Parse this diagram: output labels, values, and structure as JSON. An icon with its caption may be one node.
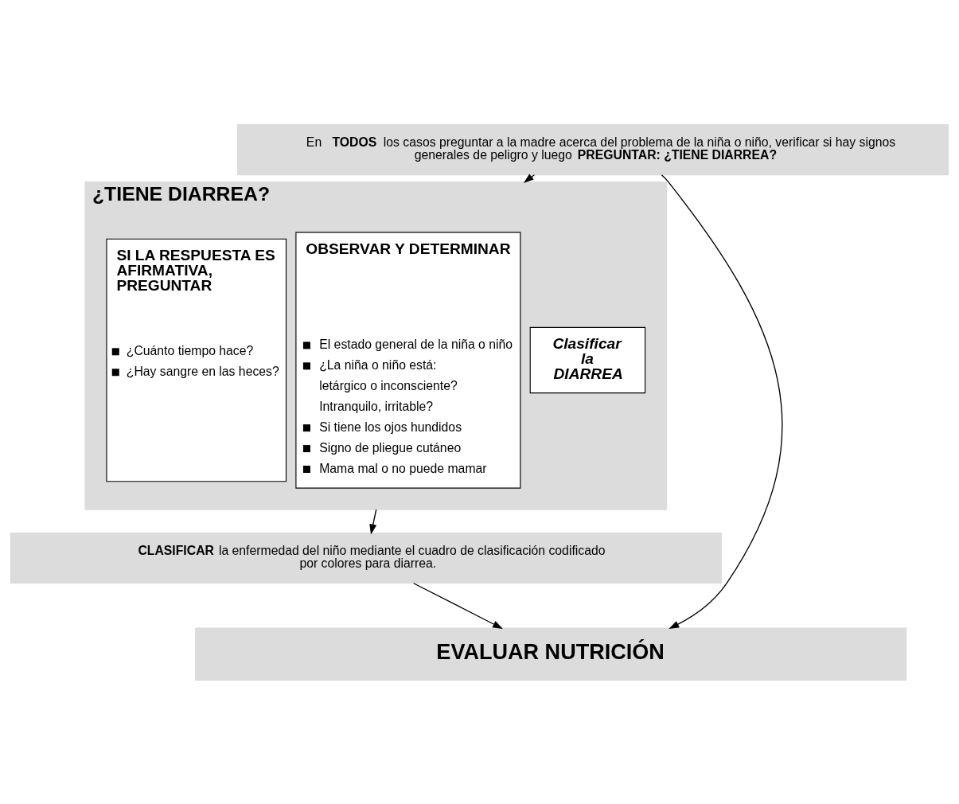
{
  "diagram": {
    "nodes": [
      {
        "text": [
          "En **TODOS** los casos preguntar a la madre acerca del problema de la niña o niño, verificar si hay signos generales de peligro y luego **PREGUNTAR: ¿TIENE DIARREA?**"
        ]
      },
      {
        "text": [
          "¿TIENE DIARREA?"
        ]
      },
      {
        "text": [
          "SI LA RESPUESTA ES AFIRMATIVA, PREGUNTAR",
          "¿Cuánto tiempo hace?",
          "¿Hay sangre en las heces?"
        ],
        "in": 1
      },
      {
        "text": [
          "OBSERVAR Y DETERMINAR",
          "El estado general de la niña o niño",
          "¿La niña o niño está:",
          "letárgico o inconsciente?",
          "Intranquilo, irritable?",
          "Si tiene los ojos hundidos",
          "Signo de pliegue cutáneo",
          "Mama mal o no puede mamar"
        ],
        "in": 1
      },
      {
        "text": [
          "Clasificar la DIARREA"
        ],
        "in": 1
      },
      {
        "text": [
          "**CLASIFICAR** la enfermedad del niño mediante el cuadro de clasificación codificado por colores para diarrea."
        ]
      },
      {
        "text": [
          "EVALUAR NUTRICIÓN"
        ]
      }
    ],
    "edges": [
      {
        "from": 0,
        "to": 1,
        "arrow": "to"
      },
      {
        "from": 1,
        "to": 5,
        "arrow": "to"
      },
      {
        "from": 5,
        "to": 6,
        "arrow": "to"
      },
      {
        "from": 0,
        "to": 6,
        "arrow": "to"
      }
    ]
  }
}
